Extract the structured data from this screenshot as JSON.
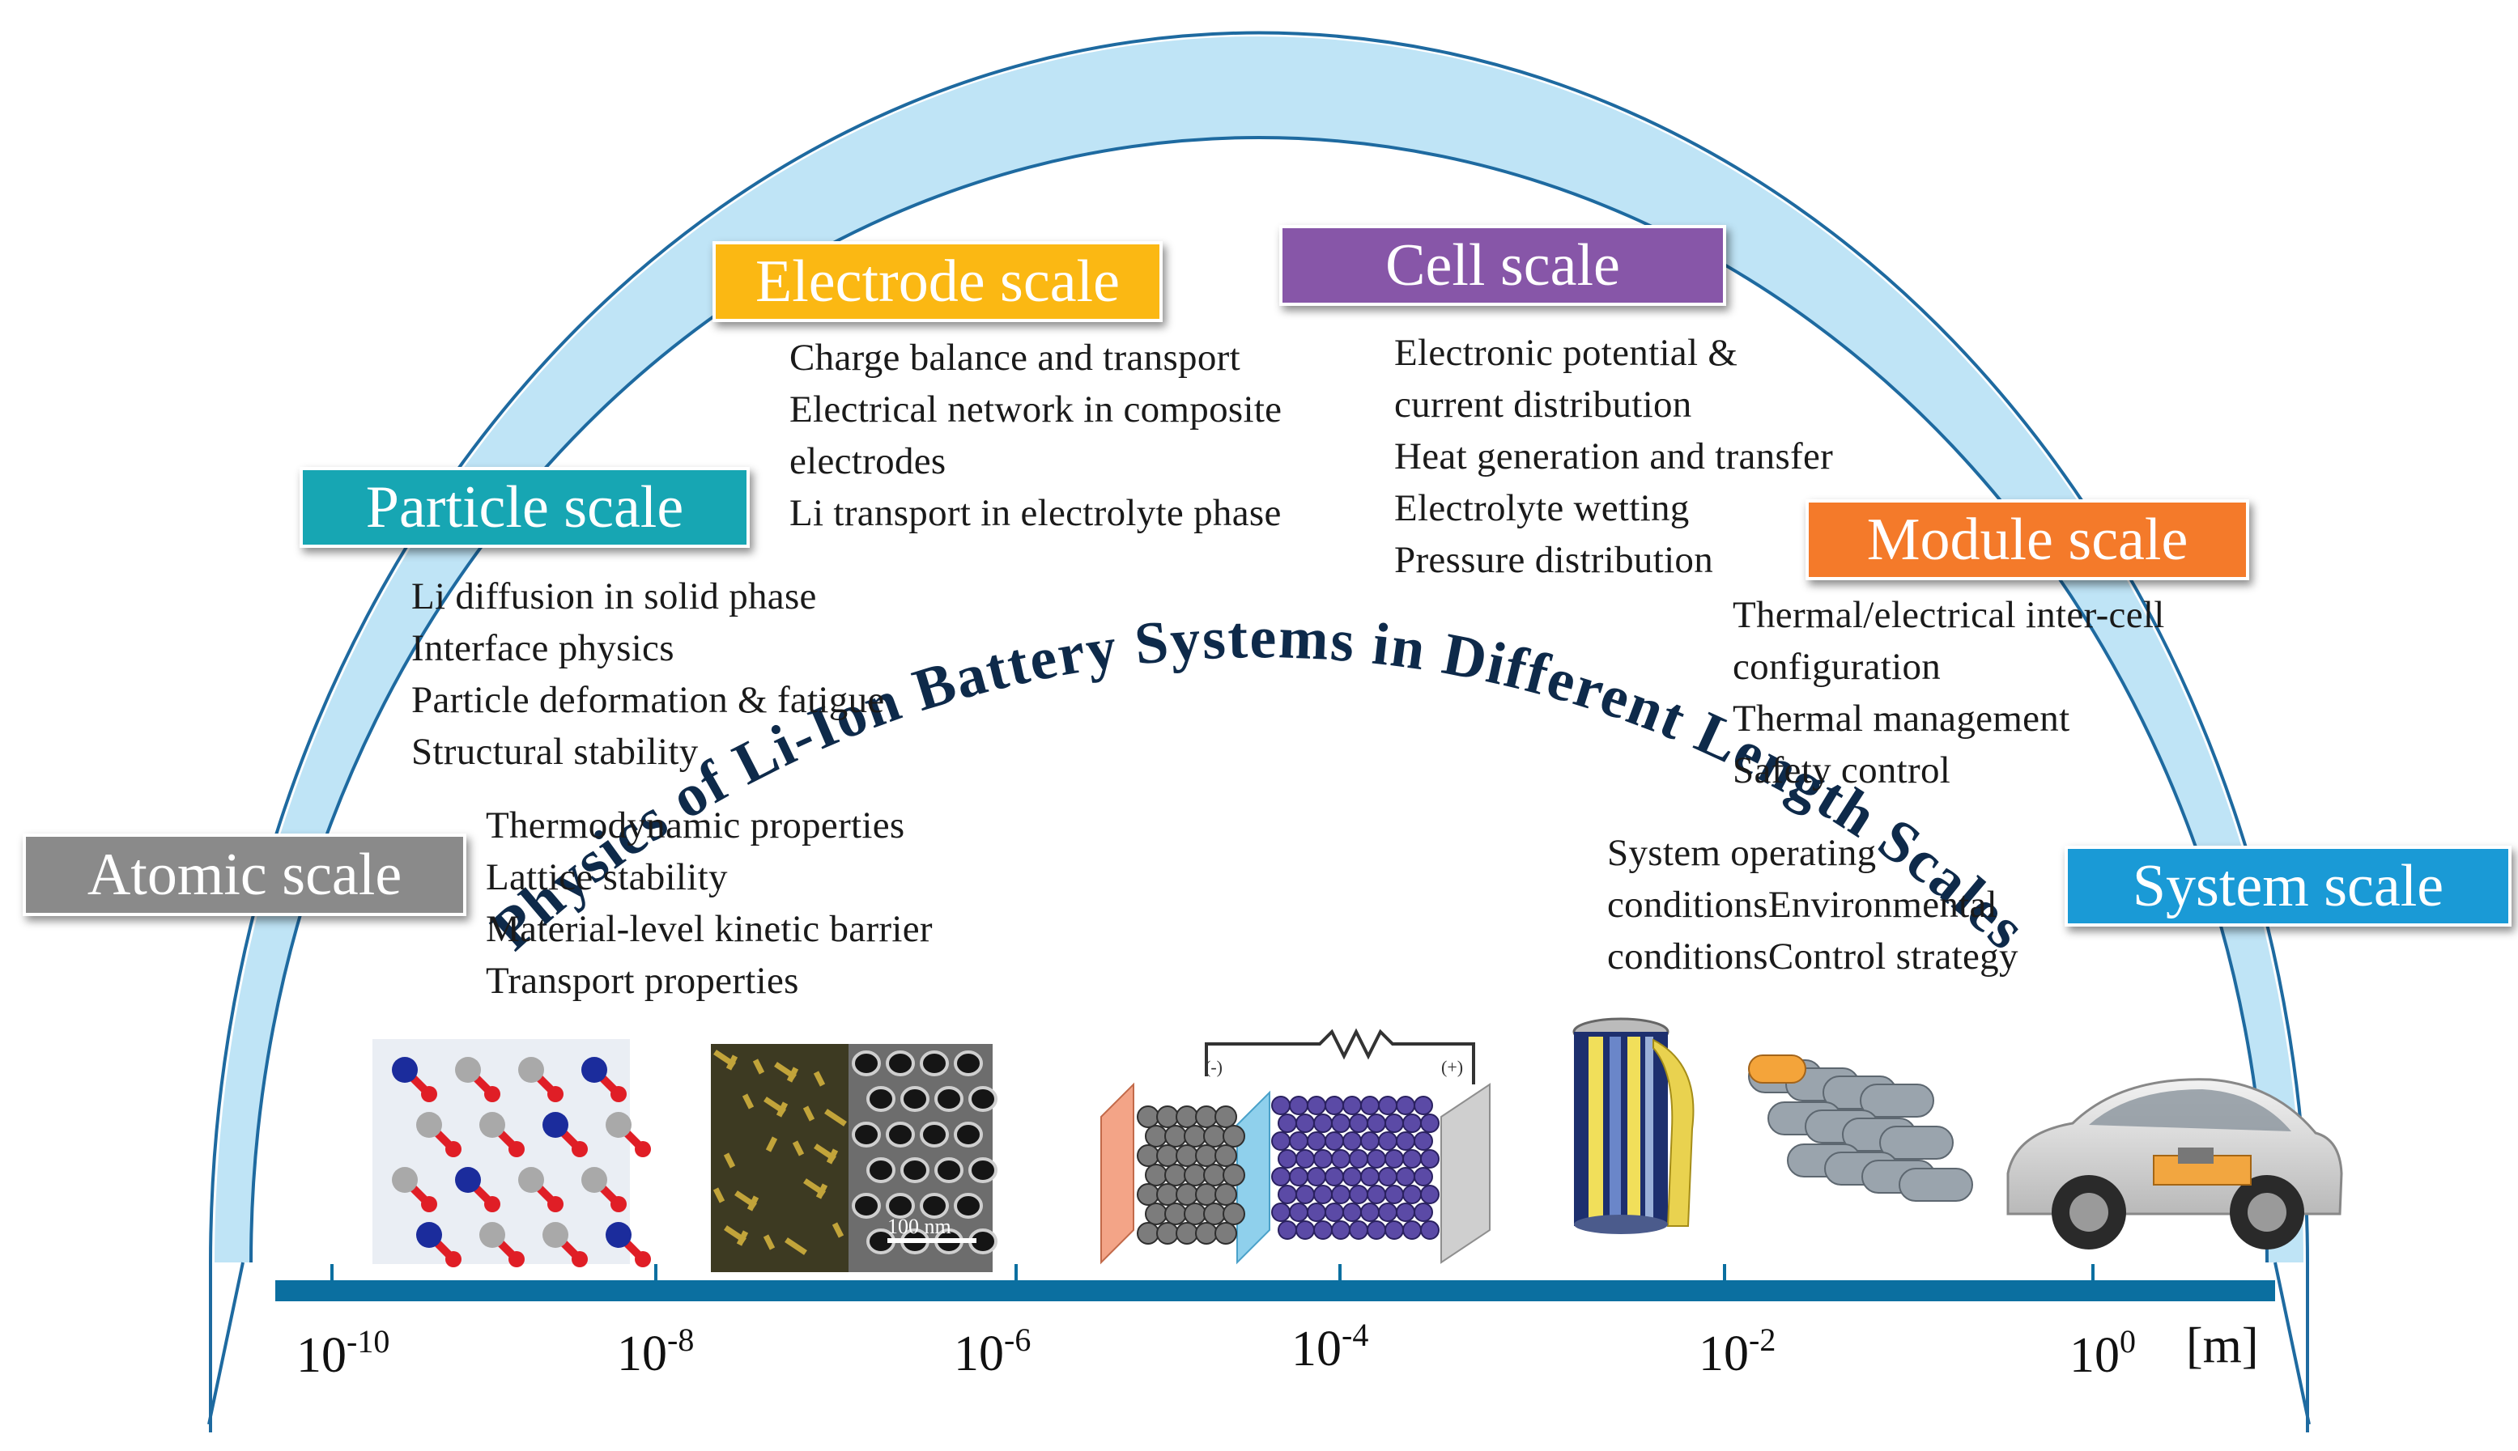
{
  "title": "Physics of Li-Ion Battery Systems in Different Length Scales",
  "colors": {
    "arc_fill": "#bfe4f6",
    "arc_border": "#1e6aa0",
    "title_text": "#0e2a4a",
    "axis": "#0b6fa0",
    "atomic": "#8a8a8a",
    "particle": "#17a6b3",
    "electrode": "#fbb813",
    "cell": "#8756a8",
    "module": "#f47a2a",
    "system": "#1a9ad6"
  },
  "scales": {
    "atomic": {
      "label": "Atomic scale",
      "items": [
        "Thermodynamic properties",
        "Lattice stability",
        "Material-level kinetic barrier",
        "Transport properties"
      ]
    },
    "particle": {
      "label": "Particle scale",
      "items": [
        "Li diffusion in solid phase",
        "Interface physics",
        "Particle deformation & fatigue",
        "Structural stability"
      ]
    },
    "electrode": {
      "label": "Electrode scale",
      "items": [
        "Charge balance and transport",
        "Electrical network in composite",
        "electrodes",
        "Li transport in electrolyte phase"
      ]
    },
    "cell": {
      "label": "Cell scale",
      "items": [
        "Electronic potential &",
        "current distribution",
        "Heat generation and transfer",
        "Electrolyte wetting",
        "Pressure distribution"
      ]
    },
    "module": {
      "label": "Module scale",
      "items": [
        "Thermal/electrical inter-cell",
        "configuration",
        "Thermal management",
        "Safety control"
      ]
    },
    "system": {
      "label": "System scale",
      "items": [
        "System operating",
        "conditionsEnvironmental",
        "conditionsControl strategy"
      ]
    }
  },
  "axis": {
    "ticks": [
      {
        "base": "10",
        "exp": "-10"
      },
      {
        "base": "10",
        "exp": "-8"
      },
      {
        "base": "10",
        "exp": "-6"
      },
      {
        "base": "10",
        "exp": "-4"
      },
      {
        "base": "10",
        "exp": "-2"
      },
      {
        "base": "10",
        "exp": "0"
      }
    ],
    "unit": "[m]"
  },
  "images": {
    "scale_bar_label": "100 nm",
    "cell_terminal_neg": "(-)",
    "cell_terminal_pos": "(+)"
  }
}
